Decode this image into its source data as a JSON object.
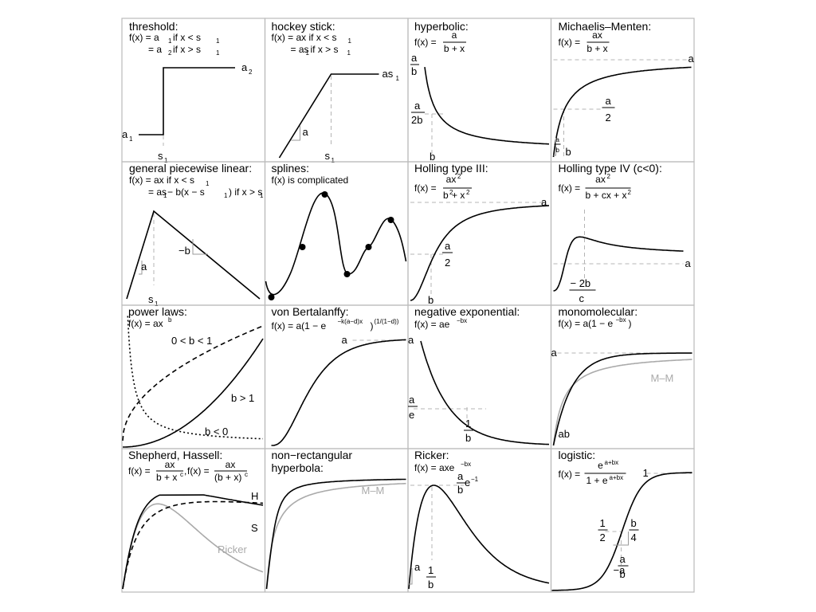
{
  "chart_data": [
    {
      "id": "threshold",
      "type": "line",
      "title": "threshold:",
      "formula": [
        "f(x) = a₁ if x < s₁",
        "= a₂ if x > s₁"
      ],
      "labels": {
        "a1": "a₁",
        "a2": "a₂",
        "s1": "s₁"
      },
      "series": [
        {
          "x": [
            0,
            0.3,
            0.3,
            0.8
          ],
          "y": [
            0,
            0,
            1,
            1
          ]
        }
      ]
    },
    {
      "id": "hockey-stick",
      "type": "line",
      "title": "hockey stick:",
      "formula": [
        "f(x) = ax if x < s₁",
        "= as₁ if x > s₁"
      ],
      "labels": {
        "slope": "a",
        "as1": "as₁",
        "s1": "s₁"
      },
      "series": [
        {
          "x": [
            0,
            0.38,
            0.8
          ],
          "y": [
            0,
            1,
            1
          ]
        }
      ]
    },
    {
      "id": "hyperbolic",
      "type": "line",
      "title": "hyperbolic:",
      "formula": "f(x) = a / (b + x)",
      "labels": {
        "a_over_b": [
          "a",
          "b"
        ],
        "a_over_2b": [
          "a",
          "2b"
        ],
        "b": "b"
      },
      "series": [
        {
          "function": "a/(b+x)",
          "a": 1,
          "b": 1,
          "x_range": [
            0,
            12
          ]
        }
      ]
    },
    {
      "id": "michaelis-menten",
      "type": "line",
      "title": "Michaelis–Menten:",
      "formula": "f(x) = ax / (b + x)",
      "labels": {
        "a": "a",
        "a_over_2": [
          "a",
          "2"
        ],
        "a_over_b": [
          "a",
          "b"
        ],
        "b": "b"
      },
      "series": [
        {
          "function": "a*x/(b+x)",
          "a": 1,
          "b": 1,
          "x_range": [
            0,
            12
          ]
        }
      ]
    },
    {
      "id": "general-piecewise-linear",
      "type": "line",
      "title": "general piecewise linear:",
      "formula": [
        "f(x) = ax if x < s₁",
        "= as₁ − b(x − s₁) if x > s₁"
      ],
      "labels": {
        "slope_a": "a",
        "slope_b": "−b",
        "s1": "s₁"
      },
      "series": [
        {
          "x": [
            0,
            0.2,
            1
          ],
          "y": [
            0,
            1,
            0
          ]
        }
      ]
    },
    {
      "id": "splines",
      "type": "line",
      "title": "splines:",
      "formula": "f(x) is complicated",
      "series": [
        {
          "knots_x": [
            0.03,
            0.25,
            0.42,
            0.58,
            0.72,
            0.85
          ],
          "knots_y": [
            0.05,
            0.5,
            0.98,
            0.27,
            0.5,
            0.74
          ]
        }
      ]
    },
    {
      "id": "holling-type-iii",
      "type": "line",
      "title": "Holling type III:",
      "formula": "f(x) = ax² / (b² + x²)",
      "labels": {
        "a": "a",
        "a_over_2": [
          "a",
          "2"
        ],
        "b": "b"
      },
      "series": [
        {
          "function": "a*x^2/(b^2+x^2)",
          "a": 1,
          "b": 1,
          "x_range": [
            0,
            5
          ]
        }
      ]
    },
    {
      "id": "holling-type-iv",
      "type": "line",
      "title": "Holling type IV (c<0):",
      "formula": "f(x) = ax² / (b + cx + x²)",
      "labels": {
        "a": "a",
        "peak": [
          "−2b",
          "c"
        ]
      },
      "series": [
        {
          "function": "a*x^2/(b+c*x+x^2)",
          "x_range": [
            0,
            8
          ]
        }
      ]
    },
    {
      "id": "power-laws",
      "type": "line",
      "title": "power laws:",
      "formula": "f(x) = axᵇ",
      "series": [
        {
          "name": "0 < b < 1",
          "function": "x^0.5",
          "x_range": [
            0,
            1
          ]
        },
        {
          "name": "b > 1",
          "function": "x^2",
          "x_range": [
            0,
            1
          ]
        },
        {
          "name": "b < 0",
          "function": "x^-1",
          "x_range": [
            0,
            1
          ]
        }
      ]
    },
    {
      "id": "von-bertalanffy",
      "type": "line",
      "title": "von Bertalanffy:",
      "formula": "f(x) = a(1 − e^(−k(a−d)x))^(1/(1−d))",
      "labels": {
        "a": "a"
      },
      "series": [
        {
          "x_range": [
            0,
            10
          ]
        }
      ]
    },
    {
      "id": "negative-exponential",
      "type": "line",
      "title": "negative exponential:",
      "formula": "f(x) = ae⁻ᵇˣ",
      "labels": {
        "a": "a",
        "a_over_e": [
          "a",
          "e"
        ],
        "one_over_b": [
          "1",
          "b"
        ]
      },
      "series": [
        {
          "function": "a*exp(-b*x)",
          "a": 1,
          "b": 1,
          "x_range": [
            0,
            4.5
          ]
        }
      ]
    },
    {
      "id": "monomolecular",
      "type": "line",
      "title": "monomolecular:",
      "formula": "f(x) = a(1 − e⁻ᵇˣ)",
      "labels": {
        "a": "a",
        "ab": "ab",
        "mm": "M–M"
      },
      "series": [
        {
          "function": "a*(1-exp(-b*x))",
          "x_range": [
            0,
            6
          ]
        },
        {
          "name": "M–M",
          "function": "a*x/(b+x)",
          "x_range": [
            0,
            6
          ]
        }
      ]
    },
    {
      "id": "shepherd-hassell",
      "type": "line",
      "title": "Shepherd, Hassell:",
      "formula": [
        "f(x) = ax / (b + xᶜ)",
        "f(x) = ax / (b + x)ᶜ"
      ],
      "series": [
        {
          "name": "S",
          "function": "shepherd"
        },
        {
          "name": "H",
          "function": "hassell"
        },
        {
          "name": "Ricker",
          "function": "ricker"
        }
      ]
    },
    {
      "id": "non-rectangular-hyperbola",
      "type": "line",
      "title": "non−rectangular hyperbola:",
      "labels": {
        "mm": "M–M"
      },
      "series": [
        {
          "function": "non-rectangular hyperbola"
        },
        {
          "name": "M–M",
          "function": "a*x/(b+x)"
        }
      ]
    },
    {
      "id": "ricker",
      "type": "line",
      "title": "Ricker:",
      "formula": "f(x) = axe⁻ᵇˣ",
      "labels": {
        "a": "a",
        "peak_y": [
          "a",
          "b",
          "e⁻¹"
        ],
        "peak_x": [
          "1",
          "b"
        ]
      },
      "series": [
        {
          "function": "a*x*exp(-b*x)",
          "x_range": [
            0,
            5
          ]
        }
      ]
    },
    {
      "id": "logistic",
      "type": "line",
      "title": "logistic:",
      "formula": "f(x) = eᵃ⁺ᵇˣ / (1 + eᵃ⁺ᵇˣ)",
      "labels": {
        "one": "1",
        "half": [
          "1",
          "2"
        ],
        "slope": [
          "b",
          "4"
        ],
        "midpoint": [
          "−a",
          "b"
        ]
      },
      "series": [
        {
          "function": "exp(a+bx)/(1+exp(a+bx))",
          "x_range": [
            -6,
            6
          ]
        }
      ]
    }
  ],
  "strings": {
    "threshold": {
      "title": "threshold:",
      "f": "f(x) = a",
      "if_lt": " if x < s",
      "eq": "= a",
      "if_gt": " if x > s",
      "s1": "s",
      "a1": "a",
      "a2": "a",
      "sub1": "1",
      "sub2": "2"
    },
    "hockey": {
      "title": "hockey stick:",
      "f": "f(x) = ax if x < s",
      "eq": "= as",
      "if_gt": " if x > s",
      "sub1": "1",
      "a": "a",
      "as1": "as",
      "s1": "s"
    },
    "hyper": {
      "title": "hyperbolic:",
      "f": "f(x) =",
      "num": "a",
      "den": "b + x",
      "a": "a",
      "b": "b",
      "twob": "2b"
    },
    "mm": {
      "title": "Michaelis–Menten:",
      "f": "f(x) =",
      "num": "ax",
      "den": "b + x",
      "a": "a",
      "two": "2",
      "b": "b"
    },
    "gpl": {
      "title": "general piecewise linear:",
      "f": "f(x) = ax if x < s",
      "eq": "= as",
      "eq2": " − b(x − s",
      "eq3": ") if x > s",
      "sub1": "1",
      "a": "a",
      "mb": "−b",
      "s1": "s"
    },
    "splines": {
      "title": "splines:",
      "f": "f(x) is complicated"
    },
    "h3": {
      "title": "Holling type III:",
      "f": "f(x) =",
      "num": "ax",
      "den": "b",
      "den2": " + x",
      "sq": "2",
      "a": "a",
      "two": "2",
      "b": "b"
    },
    "h4": {
      "title": "Holling type IV (c<0):",
      "f": "f(x) =",
      "num": "ax",
      "den": "b + cx + x",
      "sq": "2",
      "a": "a",
      "m2b": "− 2b",
      "c": "c"
    },
    "power": {
      "title": "power laws:",
      "f": "f(x) = ax",
      "sup": "b",
      "l1": "0 < b < 1",
      "l2": "b > 1",
      "l3": "b < 0"
    },
    "vonb": {
      "title": "von Bertalanffy:",
      "f": "f(x) = a(1 − e",
      "sup1": "−k(a−d)x",
      "mid": ")",
      "sup2": "(1/(1−d))",
      "a": "a"
    },
    "negexp": {
      "title": "negative exponential:",
      "f": "f(x) = ae",
      "sup": "−bx",
      "a": "a",
      "e": "e",
      "one": "1",
      "b": "b"
    },
    "mono": {
      "title": "monomolecular:",
      "f": "f(x) = a(1 − e",
      "sup": "−bx",
      "close": ")",
      "a": "a",
      "ab": "ab",
      "mm": "M–M"
    },
    "shep": {
      "title": "Shepherd, Hassell:",
      "f1": "f(x) =",
      "num": "ax",
      "den1": "b + x",
      "sup": "c",
      "comma": ",",
      "f2": "f(x) =",
      "den2": "(b + x)",
      "H": "H",
      "S": "S",
      "ricker": "Ricker"
    },
    "nrh": {
      "title1": "non−rectangular",
      "title2": "hyperbola:",
      "mm": "M–M"
    },
    "ricker": {
      "title": "Ricker:",
      "f": "f(x) = axe",
      "sup": "−bx",
      "a": "a",
      "b": "b",
      "e": "e",
      "em1": "−1",
      "one": "1"
    },
    "logistic": {
      "title": "logistic:",
      "f": "f(x) =",
      "num": "e",
      "sup": "a+bx",
      "den": "1 + e",
      "one": "1",
      "two": "2",
      "b": "b",
      "four": "4",
      "ma": "−a",
      "a": "a"
    }
  },
  "colors": {
    "curve": "#000000",
    "grey_curve": "#aaaaaa",
    "guide": "#b4b4b4",
    "panel_border": "#bbbbbb"
  }
}
